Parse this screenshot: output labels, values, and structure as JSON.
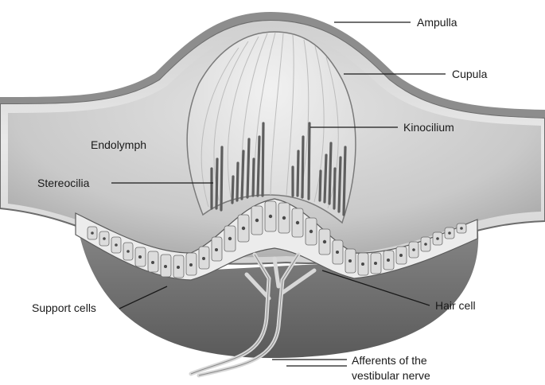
{
  "diagram": {
    "labels": {
      "ampulla": "Ampulla",
      "cupula": "Cupula",
      "kinocilium": "Kinocilium",
      "endolymph": "Endolymph",
      "stereocilia": "Stereocilia",
      "support_cells": "Support cells",
      "hair_cell": "Hair cell",
      "afferents_line1": "Afferents of the",
      "afferents_line2": "vestibular nerve"
    }
  }
}
